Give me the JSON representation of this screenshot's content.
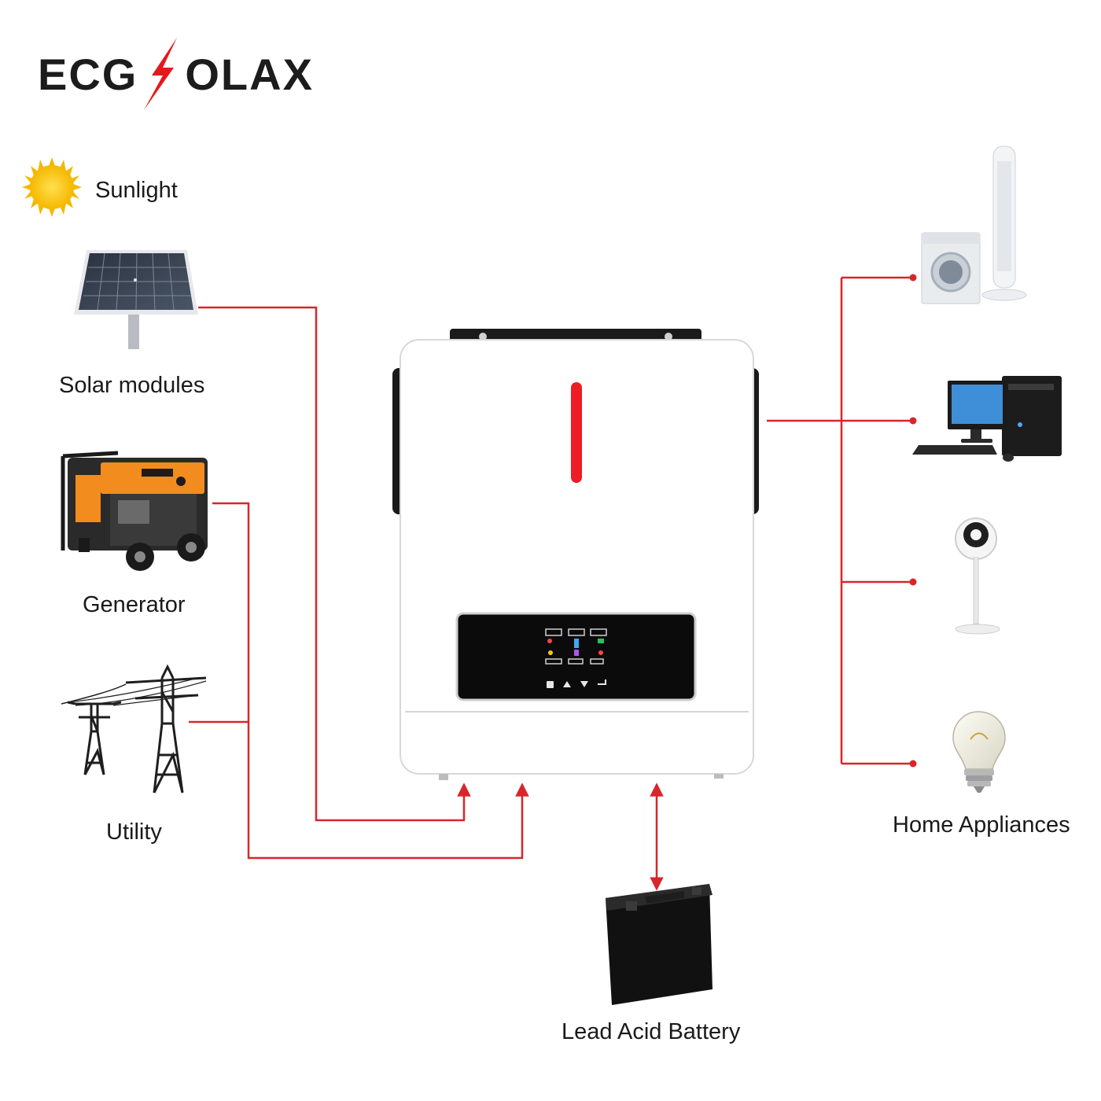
{
  "brand": {
    "logo_left": "ECG",
    "logo_right": "OLAX",
    "accent_color": "#e3191c"
  },
  "inputs": {
    "sunlight": "Sunlight",
    "solar": "Solar modules",
    "generator": "Generator",
    "utility": "Utility"
  },
  "outputs": {
    "home": "Home Appliances"
  },
  "storage": {
    "battery": "Lead Acid Battery"
  },
  "icons": [
    "sun-icon",
    "solar-panel-icon",
    "generator-icon",
    "power-tower-icon",
    "inverter-icon",
    "battery-icon",
    "washing-machine-icon",
    "tower-fan-icon",
    "desktop-computer-icon",
    "air-circulator-fan-icon",
    "light-bulb-icon"
  ]
}
